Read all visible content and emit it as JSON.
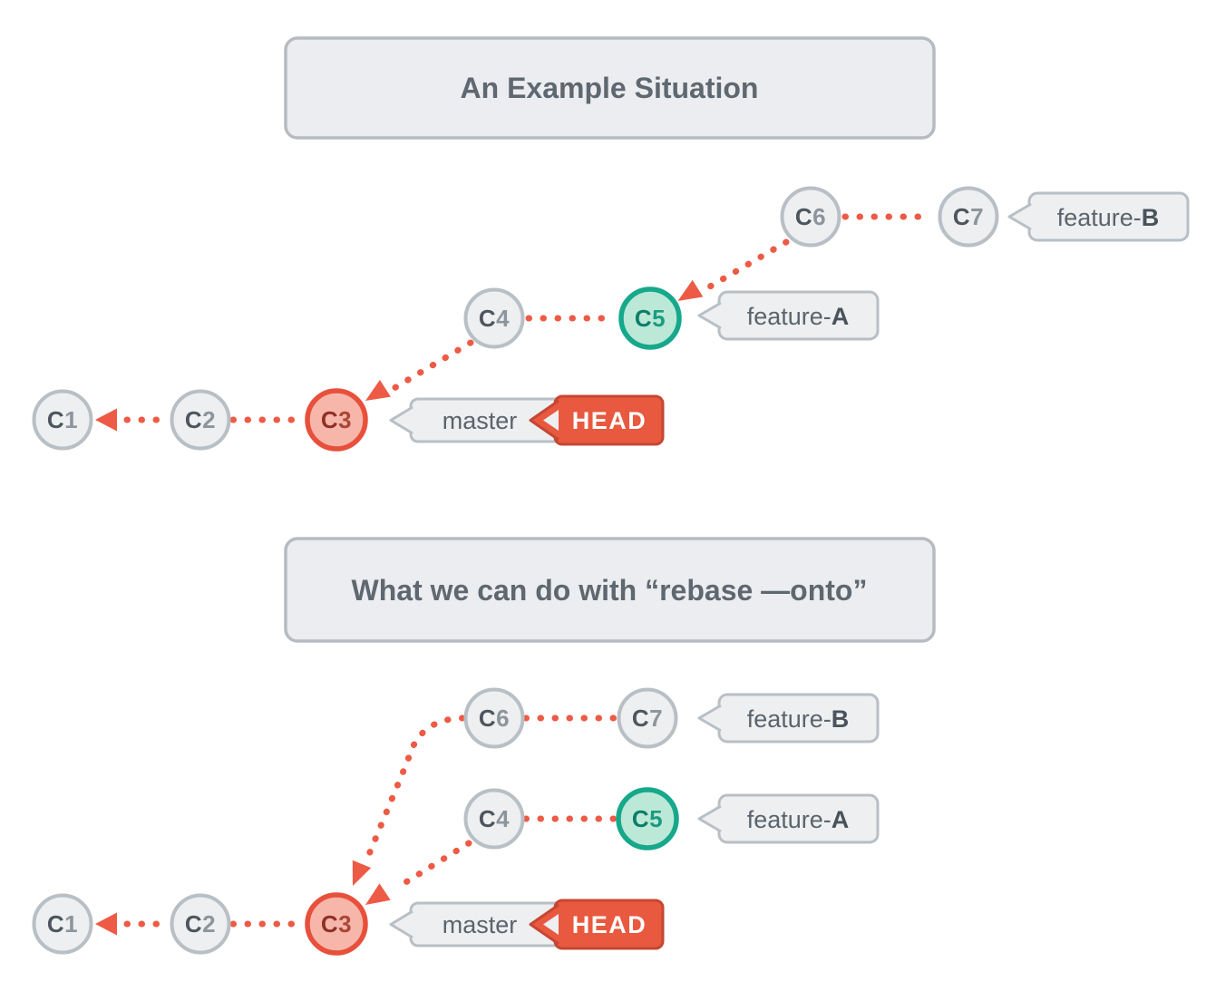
{
  "sections": [
    {
      "title": "An Example Situation",
      "nodes": [
        {
          "letter": "C",
          "digit": "1"
        },
        {
          "letter": "C",
          "digit": "2"
        },
        {
          "letter": "C",
          "digit": "3"
        },
        {
          "letter": "C",
          "digit": "4"
        },
        {
          "letter": "C",
          "digit": "5"
        },
        {
          "letter": "C",
          "digit": "6"
        },
        {
          "letter": "C",
          "digit": "7"
        }
      ],
      "labels": {
        "feature_b_prefix": "feature-",
        "feature_b_bold": "B",
        "feature_a_prefix": "feature-",
        "feature_a_bold": "A",
        "master": "master",
        "head": "HEAD"
      }
    },
    {
      "title": "What we can do with “rebase —onto”",
      "nodes": [
        {
          "letter": "C",
          "digit": "1"
        },
        {
          "letter": "C",
          "digit": "2"
        },
        {
          "letter": "C",
          "digit": "3"
        },
        {
          "letter": "C",
          "digit": "4"
        },
        {
          "letter": "C",
          "digit": "5"
        },
        {
          "letter": "C",
          "digit": "6"
        },
        {
          "letter": "C",
          "digit": "7"
        }
      ],
      "labels": {
        "feature_b_prefix": "feature-",
        "feature_b_bold": "B",
        "feature_a_prefix": "feature-",
        "feature_a_bold": "A",
        "master": "master",
        "head": "HEAD"
      }
    }
  ],
  "colors": {
    "accent_red": "#ed5a45",
    "commit_fill": "#edeff1",
    "commit_border": "#b8bfc5",
    "commit_red_fill": "#f6b7aa",
    "commit_red_border": "#e8503c",
    "commit_green_fill": "#bce8d7",
    "commit_green_border": "#16a88b",
    "head_fill": "#e8593f",
    "head_border": "#c54733",
    "text_dark": "#4d565e",
    "text_gray": "#8d959c",
    "title_text": "#5f6870"
  }
}
